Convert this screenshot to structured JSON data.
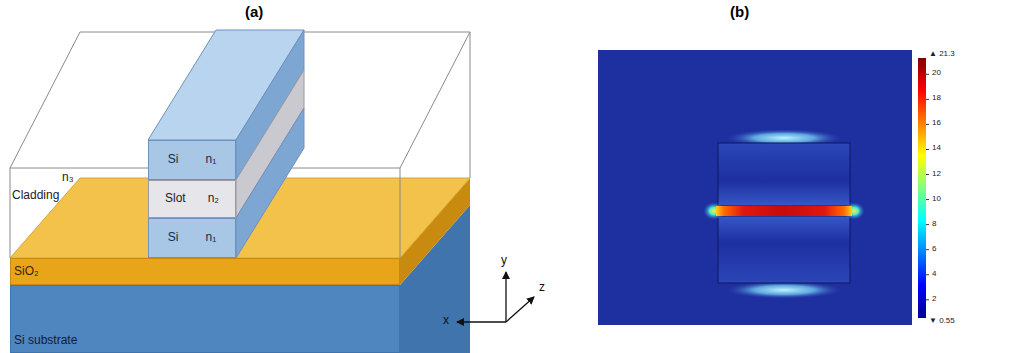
{
  "diagram": {
    "nodes": [
      {
        "text": [
          "n₃",
          "Cladding"
        ]
      },
      {
        "text": [
          "Si",
          "n₁"
        ]
      },
      {
        "text": [
          "Slot",
          "n₂"
        ]
      },
      {
        "text": [
          "Si",
          "n₁"
        ]
      },
      {
        "text": [
          "SiO₂"
        ]
      },
      {
        "text": [
          "Si substrate"
        ]
      }
    ],
    "labels": [
      "(a)",
      "(b)",
      "y",
      "x",
      "z",
      "▲ 21.3",
      "20",
      "18",
      "16",
      "14",
      "12",
      "10",
      "8",
      "6",
      "4",
      "2",
      "▼ 0.55"
    ]
  }
}
